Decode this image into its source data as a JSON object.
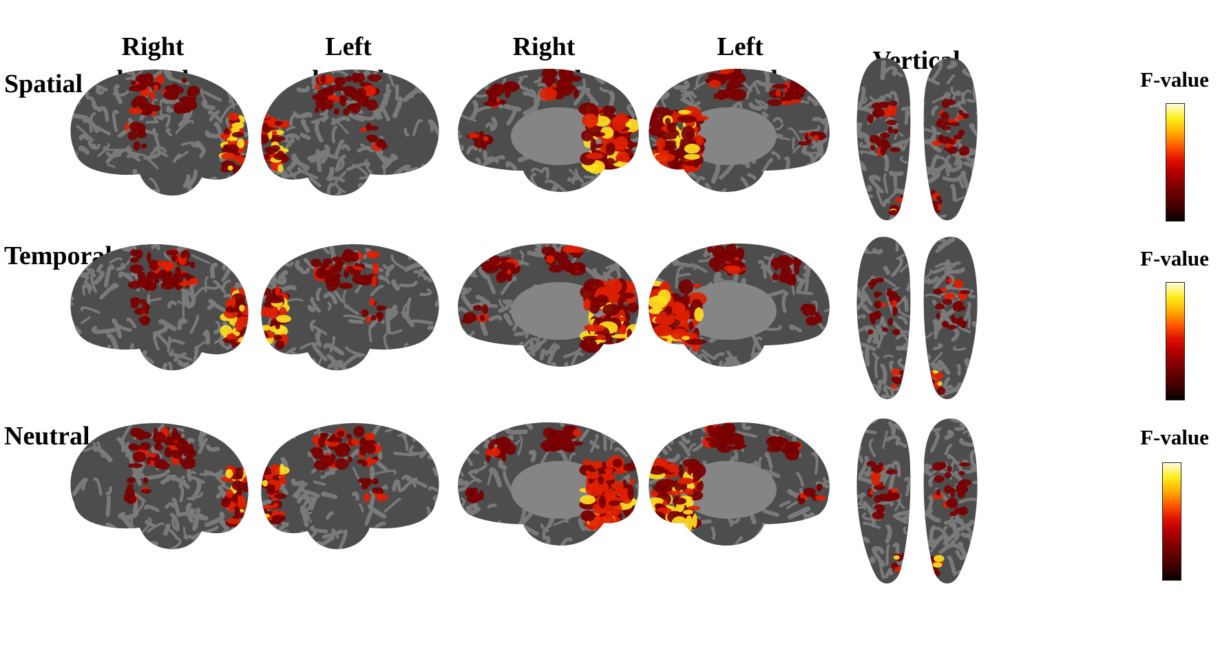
{
  "column_headers": [
    {
      "line1": "Right",
      "line2": "lateral"
    },
    {
      "line1": "Left",
      "line2": "lateral"
    },
    {
      "line1": "Right",
      "line2": "medial"
    },
    {
      "line1": "Left",
      "line2": "medial"
    },
    {
      "line1": "Vertical",
      "line2": ""
    }
  ],
  "row_labels": [
    "Spatial",
    "Temporal",
    "Neutral"
  ],
  "colorbar_title": "F-value",
  "colors": {
    "cortex_dark": "#4d4d4d",
    "cortex_light": "#7a7a7a",
    "activation_low": "#7a0000",
    "activation_mid": "#e02000",
    "activation_high": "#ffe020"
  }
}
